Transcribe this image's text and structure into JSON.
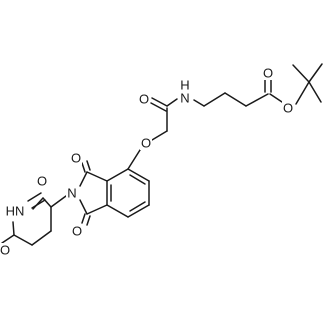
{
  "atoms": {
    "o_amide": "O",
    "n_amide": "N",
    "h_amide": "H",
    "o_ester_carbonyl": "O",
    "o_ester": "O",
    "o_ether": "O",
    "o_imide_top": "O",
    "n_imide": "N",
    "o_imide_bottom": "O",
    "nh_glutarimide": "HN",
    "o_glutarimide_top": "O",
    "o_glutarimide_bottom": "O"
  }
}
